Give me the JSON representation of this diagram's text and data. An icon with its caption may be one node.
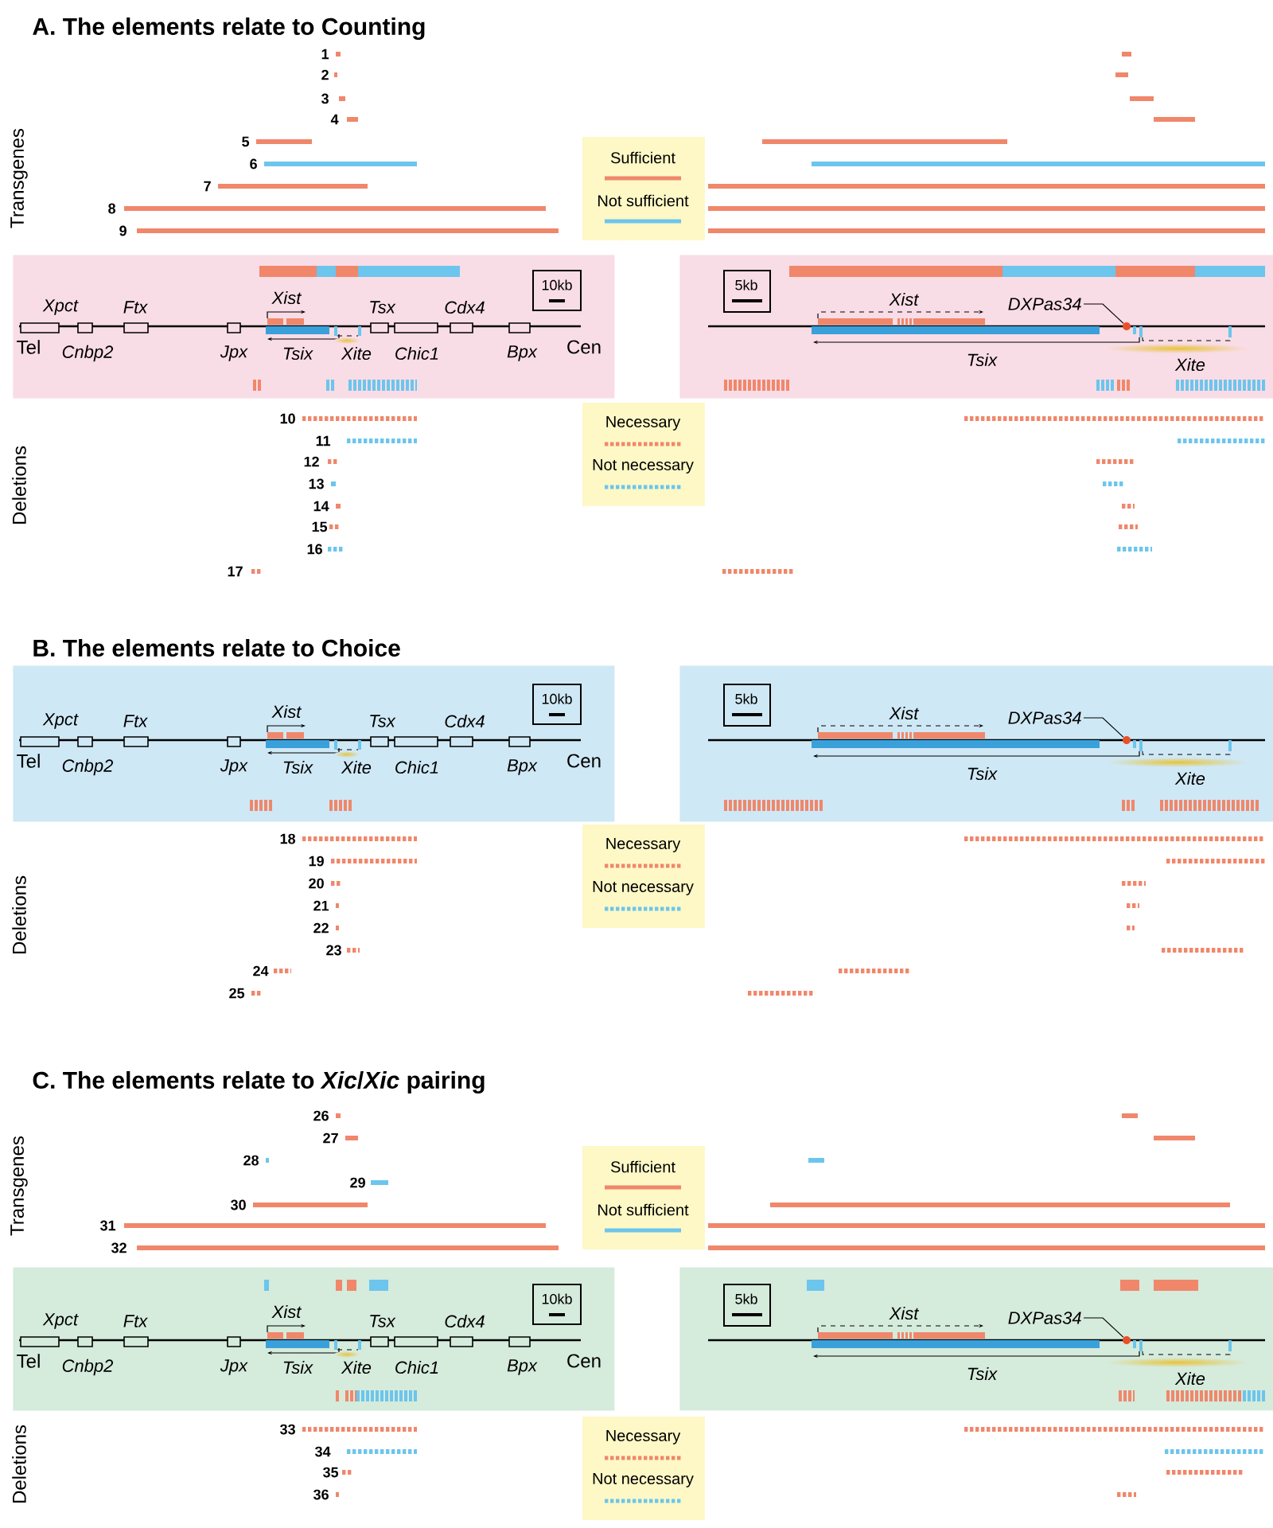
{
  "diagram": {
    "nodes": [
      {
        "text": [
          "10kb",
          "Xist",
          "Xpct",
          "Ftx",
          "Tsx",
          "Cdx4",
          "Tel",
          "Cnbp2",
          "Jpx",
          "Tsix",
          "Xite",
          "Chic1",
          "Bpx",
          "Cen"
        ]
      },
      {
        "text": [
          "5kb",
          "Xist",
          "Tsix",
          "Xite"
        ]
      },
      {
        "text": [
          "DXPas34"
        ],
        "in": 1
      },
      {
        "text": [],
        "shape": "circle",
        "in": 1
      },
      {
        "text": [
          "10kb",
          "Xist",
          "Xpct",
          "Ftx",
          "Tsx",
          "Cdx4",
          "Tel",
          "Cnbp2",
          "Jpx",
          "Tsix",
          "Xite",
          "Chic1",
          "Bpx",
          "Cen"
        ]
      },
      {
        "text": [
          "5kb",
          "Xist",
          "Tsix",
          "Xite"
        ]
      },
      {
        "text": [
          "DXPas34"
        ],
        "in": 5
      },
      {
        "text": [],
        "shape": "circle",
        "in": 5
      },
      {
        "text": [
          "10kb",
          "Xist",
          "Xpct",
          "Ftx",
          "Tsx",
          "Cdx4",
          "Tel",
          "Cnbp2",
          "Jpx",
          "Tsix",
          "Xite",
          "Chic1",
          "Bpx",
          "Cen"
        ]
      },
      {
        "text": [
          "5kb",
          "Xist",
          "Tsix",
          "Xite"
        ]
      },
      {
        "text": [
          "DXPas34"
        ],
        "in": 9
      },
      {
        "text": [],
        "shape": "circle",
        "in": 9
      }
    ],
    "edges": [
      {
        "from": 2,
        "to": 3,
        "arrow": "none"
      },
      {
        "from": 6,
        "to": 7,
        "arrow": "none"
      },
      {
        "from": 10,
        "to": 11,
        "arrow": "none"
      }
    ],
    "labels": [
      "A. The elements relate to Counting",
      "Transgenes",
      "1",
      "2",
      "3",
      "4",
      "5",
      "6",
      "7",
      "8",
      "9",
      "Deletions",
      "10",
      "11",
      "12",
      "13",
      "14",
      "15",
      "16",
      "17",
      "B. The elements relate to Choice",
      "Deletions",
      "18",
      "19",
      "20",
      "21",
      "22",
      "23",
      "24",
      "25",
      "C. The elements relate to *Xic*/*Xic* pairing",
      "Transgenes",
      "26",
      "27",
      "28",
      "29",
      "30",
      "31",
      "32",
      "Deletions",
      "33",
      "34",
      "35",
      "36"
    ],
    "legend": [
      {
        "text": "Sufficient",
        "color": "#f0876b"
      },
      {
        "text": "Not sufficient",
        "color": "#6cc5ec"
      },
      {
        "text": "Necessary",
        "color": "#f0876b"
      },
      {
        "text": "Not necessary",
        "color": "#6cc5ec"
      },
      {
        "text": "Necessary",
        "color": "#f0876b"
      },
      {
        "text": "Not necessary",
        "color": "#6cc5ec"
      },
      {
        "text": "Sufficient",
        "color": "#f0876b"
      },
      {
        "text": "Not sufficient",
        "color": "#6cc5ec"
      },
      {
        "text": "Necessary",
        "color": "#f0876b"
      },
      {
        "text": "Not necessary",
        "color": "#6cc5ec"
      }
    ]
  }
}
